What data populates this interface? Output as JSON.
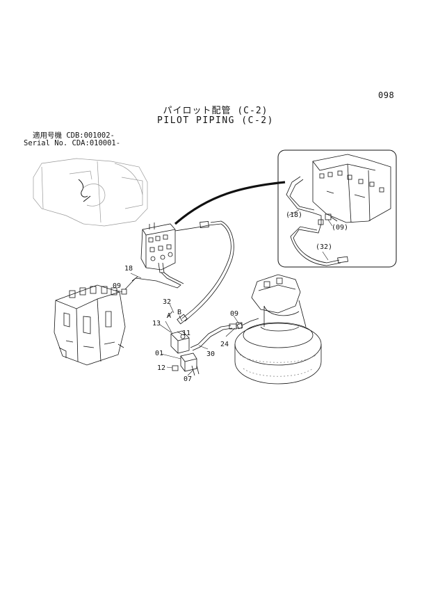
{
  "header": {
    "page_number": "098",
    "title_jp": "パイロット配管 (C-2)",
    "title_en": "PILOT PIPING (C-2)",
    "serial_line1": "適用号機 CDB:001002-",
    "serial_line2": "Serial No. CDA:010001-"
  },
  "callouts": {
    "c18": "18",
    "c09a": "09",
    "c32": "32",
    "cA": "A",
    "cB": "B",
    "c13": "13",
    "c11": "11",
    "c01": "01",
    "c12": "12",
    "c07": "07",
    "c24": "24",
    "c30": "30",
    "c09b": "09",
    "inset18": "(18)",
    "inset09": "(09)",
    "inset32": "(32)"
  },
  "colors": {
    "ink": "#111111",
    "paper": "#ffffff"
  }
}
